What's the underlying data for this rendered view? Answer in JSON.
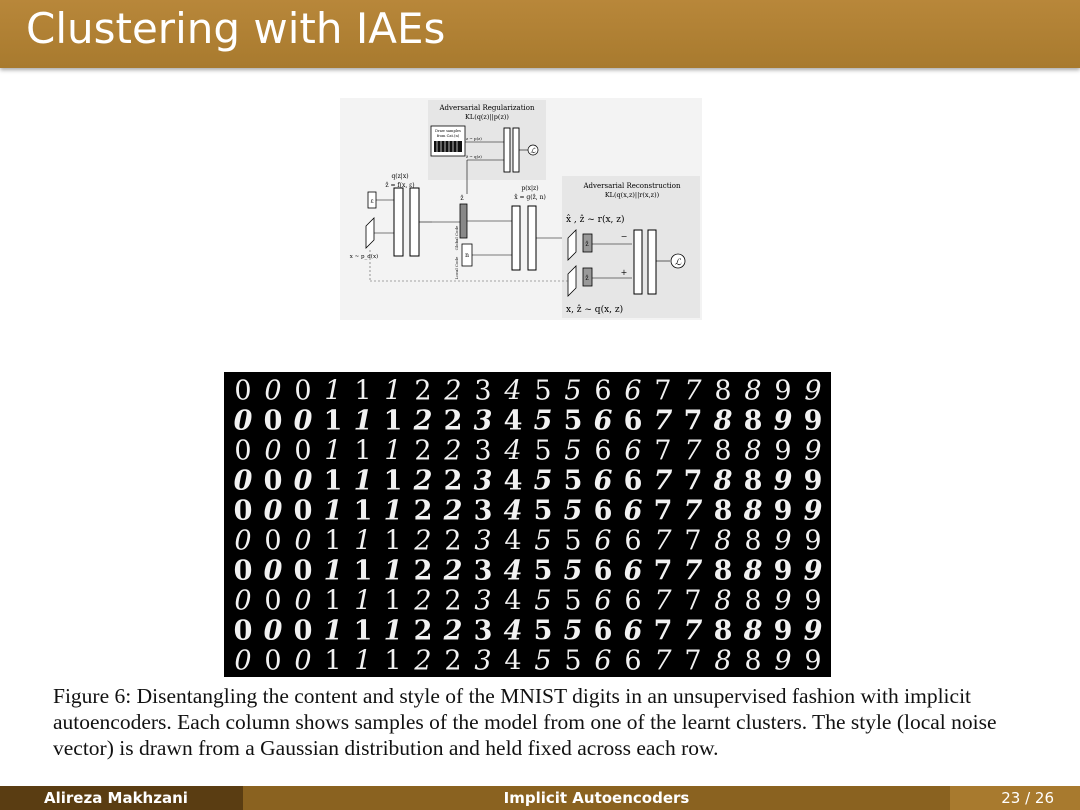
{
  "slide": {
    "title": "Clustering with IAEs"
  },
  "diagram": {
    "adv_reg_title": "Adversarial Regularization",
    "adv_reg_kl": "KL(q(z)||p(z))",
    "draw_samples_1": "Draw samples",
    "draw_samples_2": "from Cat.(n)",
    "z_prior": "z ~ p(z)",
    "z_post": "ž ~ q(z)",
    "encoder_q": "q(z|x)",
    "encoder_f": "ž = f(x, ε)",
    "epsilon": "ε",
    "x_data": "x ~ p_d(x)",
    "global_code": "Global Code",
    "local_code": "Local Code",
    "z_hat": "ž",
    "n": "n",
    "decoder_p": "p(x|z)",
    "decoder_g": "x̂ = g(ẑ, n)",
    "adv_rec_title": "Adversarial Reconstruction",
    "adv_rec_kl": "KL(q(x,z)||r(x,z))",
    "fake_pair": "x̂ , ẑ ~ r(x, z)",
    "real_pair": "x, ẑ ~ q(x, z)",
    "minus": "−",
    "plus": "+",
    "loss_symbol": "ℒ"
  },
  "digits": {
    "columns": [
      "0",
      "0",
      "0",
      "1",
      "1",
      "1",
      "2",
      "2",
      "3",
      "4",
      "5",
      "5",
      "6",
      "6",
      "7",
      "7",
      "8",
      "8",
      "9",
      "9"
    ],
    "row_count": 10
  },
  "caption": {
    "text": "Figure 6: Disentangling the content and style of the MNIST digits in an unsupervised fashion with implicit autoencoders. Each column shows samples of the model from one of the learnt clusters. The style (local noise vector) is drawn from a Gaussian distribution and held fixed across each row."
  },
  "footer": {
    "author": "Alireza Makhzani",
    "talk": "Implicit Autoencoders",
    "page": "23 / 26"
  },
  "colors": {
    "header": "#b8873a",
    "footer_dark": "#5a3d12",
    "footer_mid": "#8a6220",
    "footer_light": "#a87a2e"
  }
}
